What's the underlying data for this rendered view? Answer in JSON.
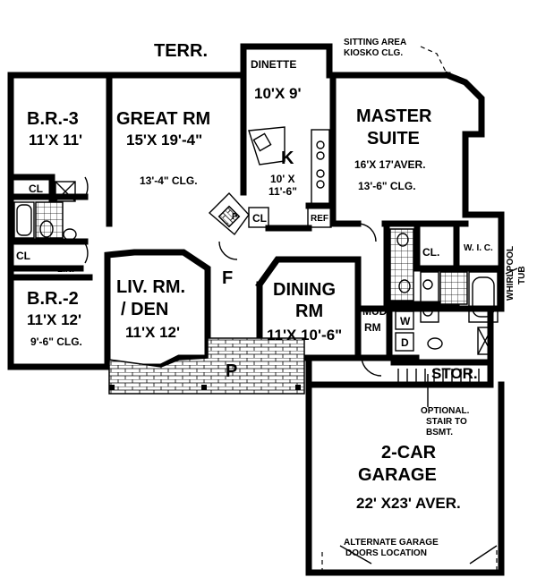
{
  "labels": {
    "terr": "TERR.",
    "dinette": "DINETTE",
    "dinette_size": "10'X 9'",
    "sitting_area_1": "SITTING AREA",
    "sitting_area_2": "KIOSKO CLG.",
    "master_1": "MASTER",
    "master_2": "SUITE",
    "master_size": "16'X 17'AVER.",
    "master_clg": "13'-6\" CLG.",
    "br3": "B.R.-3",
    "br3_size": "11'X 11'",
    "great_rm": "GREAT RM",
    "great_size": "15'X 19'-4\"",
    "great_clg": "13'-4\" CLG.",
    "k": "K",
    "k_size_1": "10' X",
    "k_size_2": "11'-6\"",
    "ref": "REF",
    "cl": "CL",
    "cl_dot": "CL.",
    "lin": "LIN.",
    "wic": "W. I. C.",
    "whirlpool_1": "WHIRLPOOL",
    "whirlpool_2": "TUB",
    "br2": "B.R.-2",
    "br2_size": "11'X 12'",
    "br2_clg": "9'-6\"  CLG.",
    "liv_1": "LIV. RM.",
    "liv_2": "/ DEN",
    "liv_size": "11'X 12'",
    "f": "F",
    "dining_1": "DINING",
    "dining_2": "RM",
    "dining_size": "11'X 10'-6\"",
    "mud_1": "MUD",
    "mud_2": "RM",
    "w": "W",
    "d": "D",
    "p_patio": "P",
    "p_fire": "P",
    "stor": "STOR.",
    "stair_1": "OPTIONAL.",
    "stair_2": "STAIR TO",
    "stair_3": "BSMT.",
    "garage_1": "2-CAR",
    "garage_2": "GARAGE",
    "garage_size": "22' X23' AVER.",
    "alt_1": "ALTERNATE GARAGE",
    "alt_2": "DOORS  LOCATION"
  }
}
